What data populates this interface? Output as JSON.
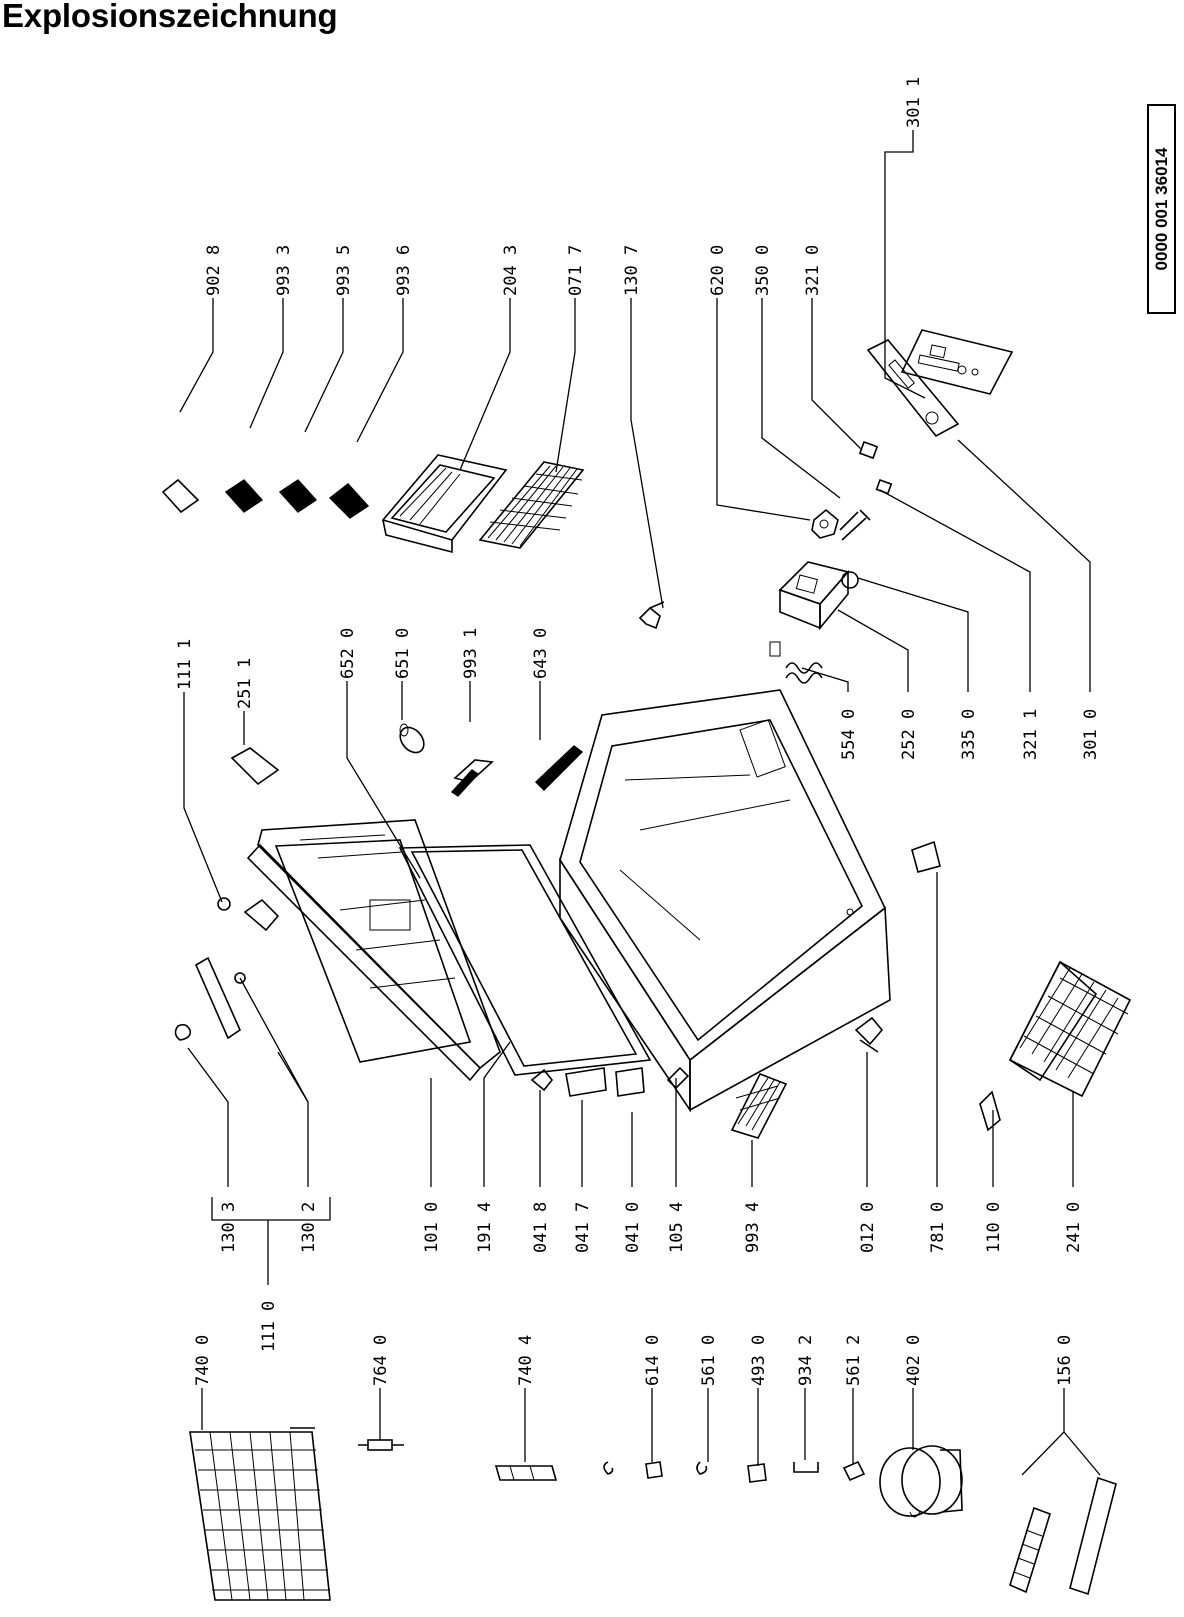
{
  "title": "Explosionszeichnung",
  "doc_number": "0000 001 36014",
  "labels": {
    "p9028": "902 8",
    "p9933": "993 3",
    "p9935": "993 5",
    "p9936": "993 6",
    "p2043": "204 3",
    "p0717": "071 7",
    "p1307": "130 7",
    "p6200": "620 0",
    "p3500": "350 0",
    "p3210": "321 0",
    "p3011": "301 1",
    "p1111": "111 1",
    "p2511": "251 1",
    "p6520": "652 0",
    "p6510": "651 0",
    "p9931": "993 1",
    "p6430": "643 0",
    "p5540": "554 0",
    "p2520": "252 0",
    "p3350": "335 0",
    "p3211": "321 1",
    "p3010": "301 0",
    "p1303": "130 3",
    "p1302": "130 2",
    "p1110": "111 0",
    "p1010": "101 0",
    "p1914": "191 4",
    "p0418": "041 8",
    "p0417": "041 7",
    "p0410": "041 0",
    "p1054": "105 4",
    "p9934": "993 4",
    "p0120": "012 0",
    "p7810": "781 0",
    "p1100": "110 0",
    "p2410": "241 0",
    "p7400": "740 0",
    "p7640": "764 0",
    "p7404": "740 4",
    "p6140": "614 0",
    "p5610": "561 0",
    "p4930": "493 0",
    "p9342": "934 2",
    "p5612": "561 2",
    "p4020": "402 0",
    "p1560": "156 0"
  }
}
